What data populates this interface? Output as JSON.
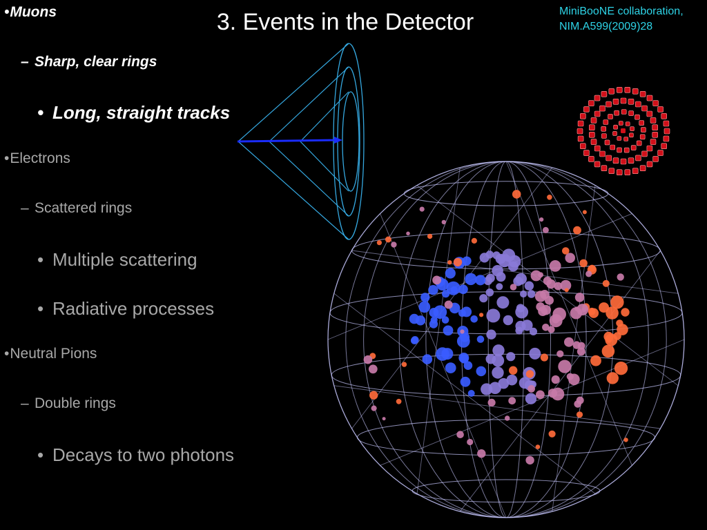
{
  "slide": {
    "title": "3. Events in the Detector",
    "reference": [
      "MiniBooNE collaboration,",
      "NIM.A599(2009)28"
    ]
  },
  "bullets": [
    {
      "level": 1,
      "marker": "•",
      "text": "Muons",
      "highlight": true
    },
    {
      "level": 2,
      "marker": "–",
      "text": "Sharp, clear rings",
      "highlight": true
    },
    {
      "level": 3,
      "marker": "•",
      "text": "Long, straight tracks",
      "highlight": true
    },
    {
      "level": 1,
      "marker": "•",
      "text": "Electrons",
      "highlight": false
    },
    {
      "level": 2,
      "marker": "–",
      "text": "Scattered rings",
      "highlight": false
    },
    {
      "level": 3,
      "marker": "•",
      "text": "Multiple scattering",
      "highlight": false
    },
    {
      "level": 3,
      "marker": "•",
      "text": "Radiative processes",
      "highlight": false
    },
    {
      "level": 1,
      "marker": "•",
      "text": "Neutral Pions",
      "highlight": false
    },
    {
      "level": 2,
      "marker": "–",
      "text": "Double rings",
      "highlight": false
    },
    {
      "level": 3,
      "marker": "•",
      "text": "Decays to two photons",
      "highlight": false
    }
  ],
  "figures": {
    "cone_diagram": {
      "ring_color": "#35a8e0",
      "track_color": "#1a2cff"
    },
    "ring_pattern": {
      "color": "#d0101a"
    },
    "event_display": {
      "mesh_color": "#c8c8ff",
      "hit_colors": [
        "#3a5cff",
        "#8a7ad8",
        "#c77aa8",
        "#ff6a3a"
      ]
    }
  }
}
